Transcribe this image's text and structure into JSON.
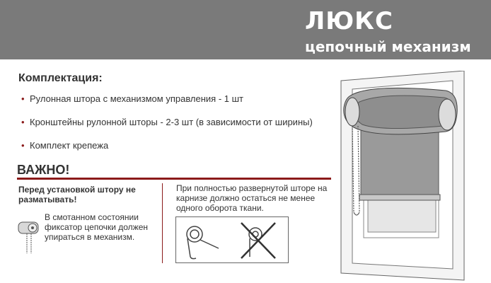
{
  "header": {
    "title": "ЛЮКС",
    "subtitle": "цепочный механизм"
  },
  "kit": {
    "title": "Комплектация:",
    "items": [
      "Рулонная штора с механизмом управления - 1 шт",
      "Кронштейны рулонной шторы - 2-3 шт (в зависимости от ширины)",
      "Комплект крепежа"
    ]
  },
  "important": {
    "title": "ВАЖНО!",
    "warning_bold": "Перед установкой штору не разматывать!",
    "warning_text": "В смотанном состоянии фиксатор цепочки должен упираться в механизм.",
    "right_text": "При полностью развернутой шторе на карнизе должно остаться не менее одного оборота ткани."
  },
  "colors": {
    "header_bg": "#7a7a7a",
    "accent_red": "#8b1a1a",
    "fabric_gray": "#9a9a9a"
  }
}
